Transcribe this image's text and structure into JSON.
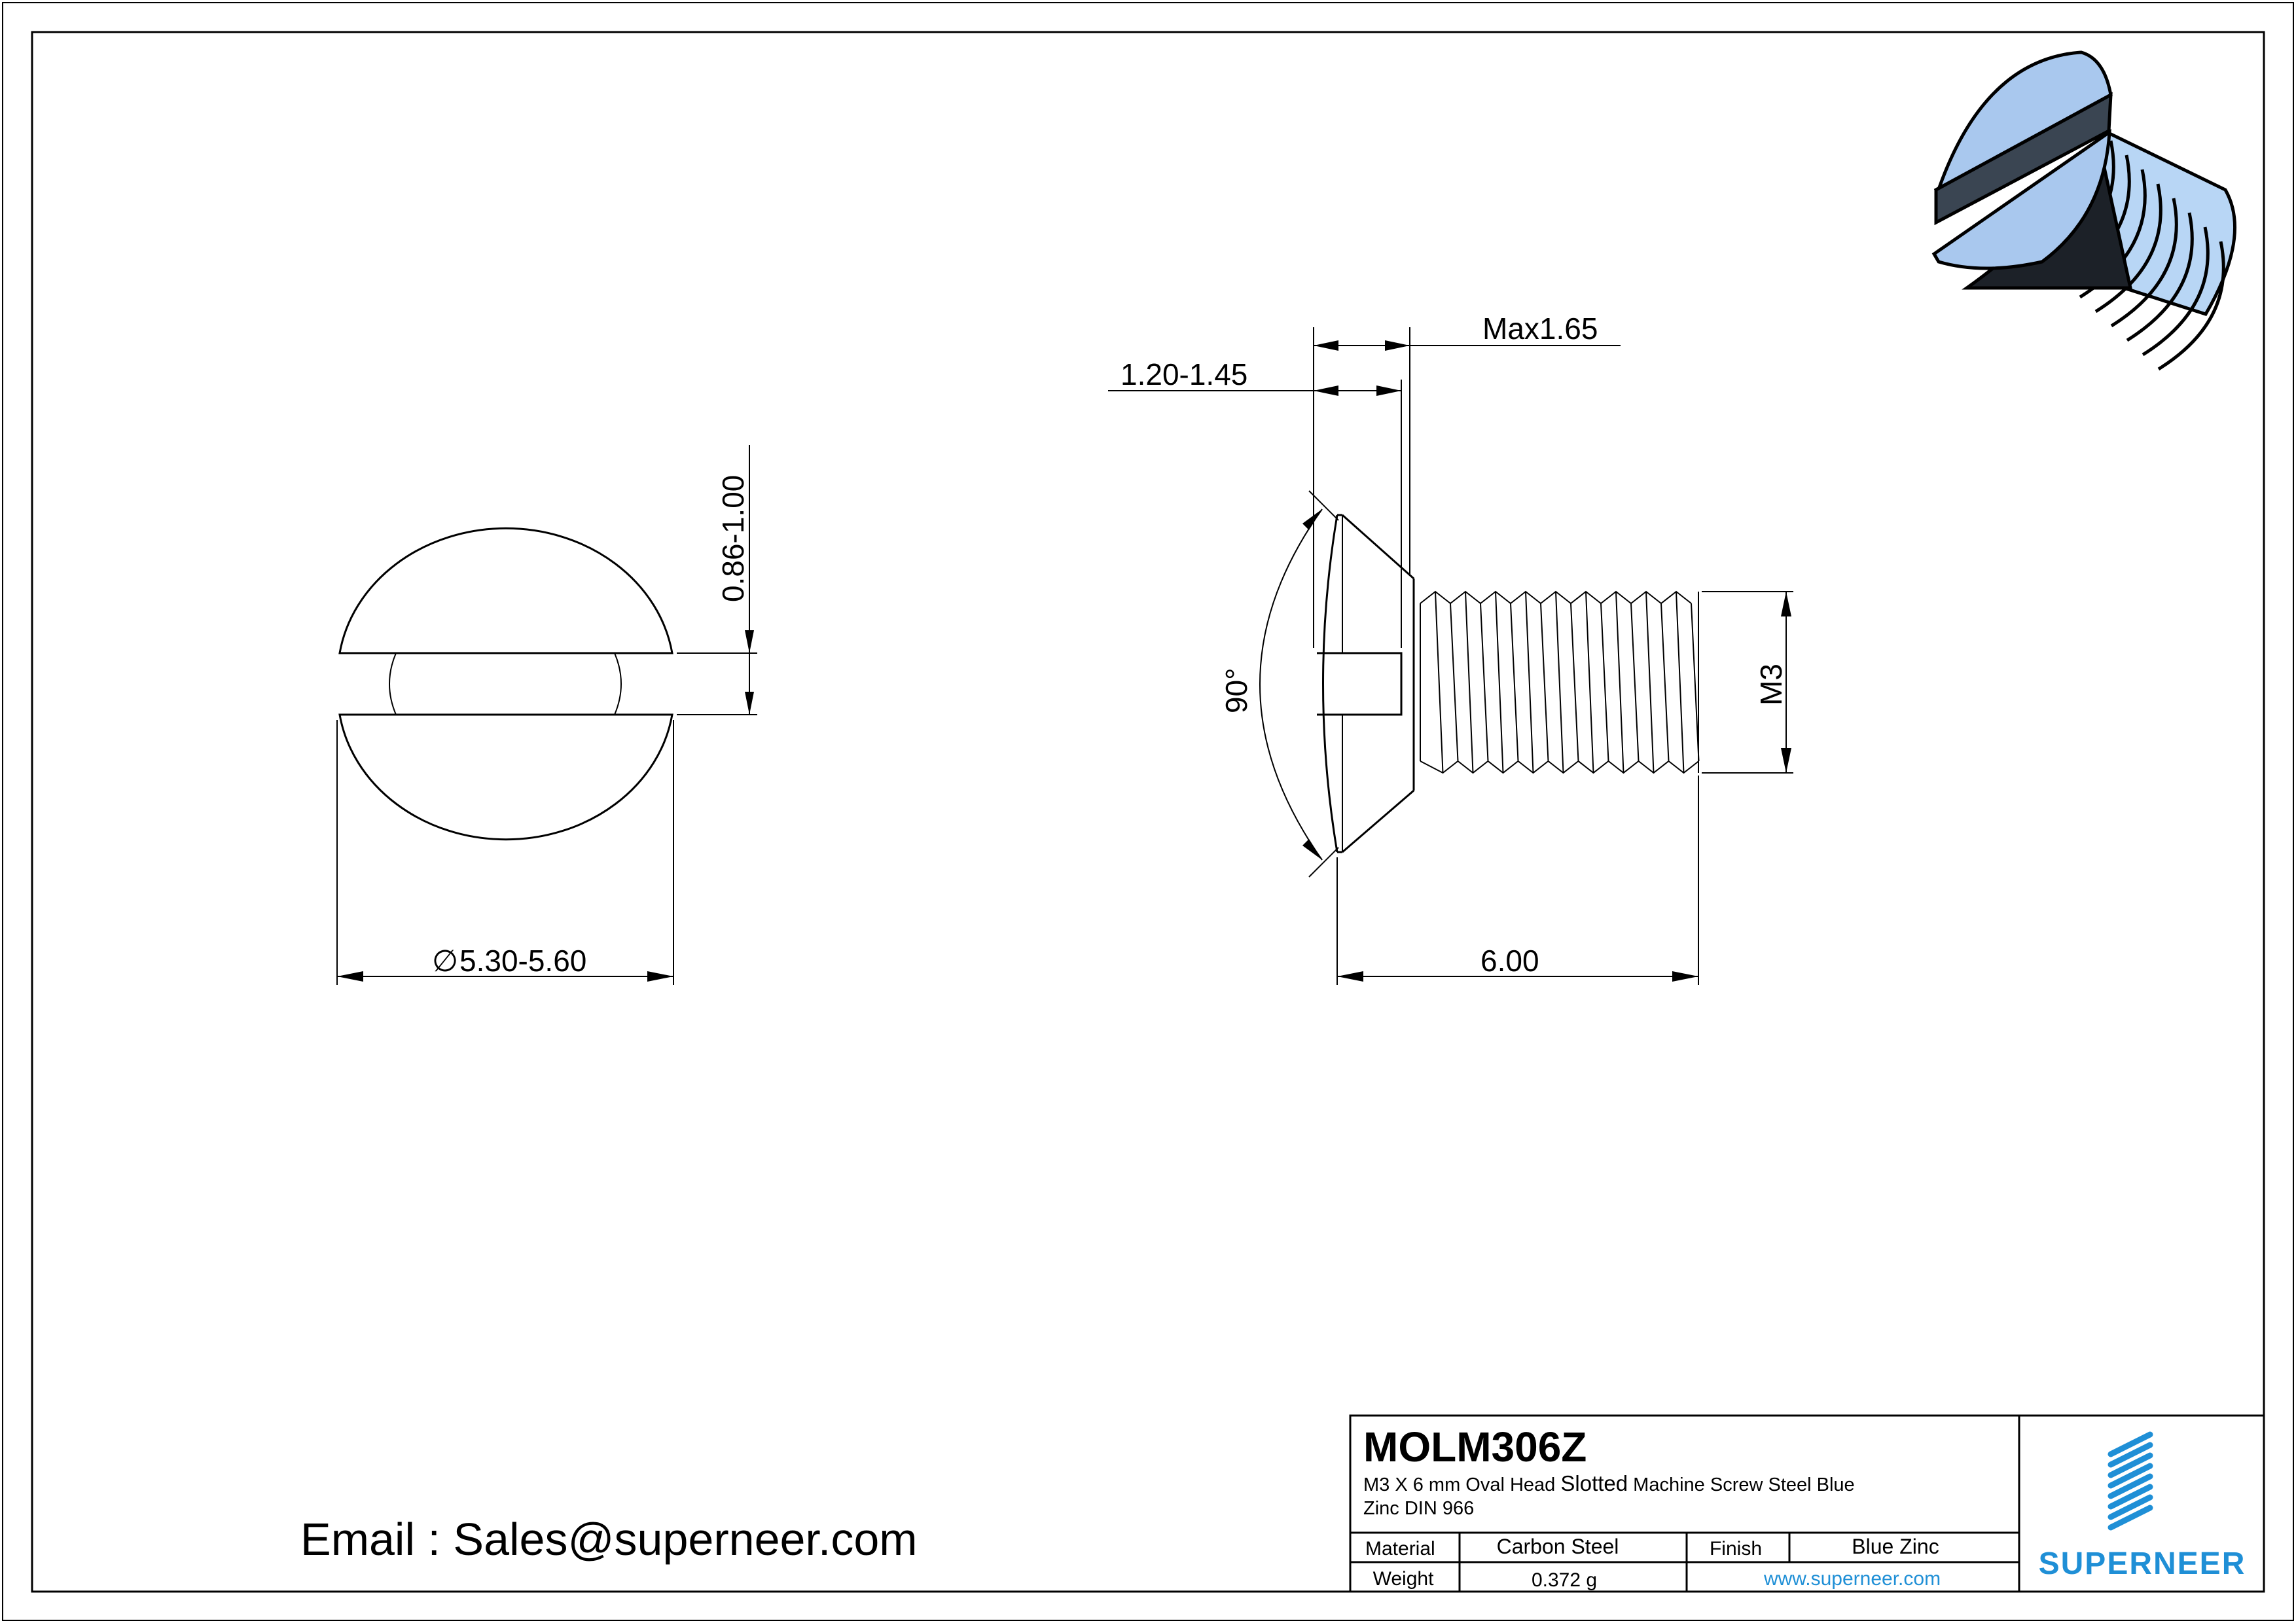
{
  "drawing": {
    "dimensions": {
      "head_diameter": "5.30-5.60",
      "diameter_symbol": "∅",
      "slot_width": "0.86-1.00",
      "head_height_max": "Max1.65",
      "slot_depth": "1.20-1.45",
      "angle": "90°",
      "thread": "M3",
      "length": "6.00"
    },
    "email": "Email : Sales@superneer.com"
  },
  "title_block": {
    "part_number": "MOLM306Z",
    "description_line1_a": "M3 X 6 mm  Oval Head ",
    "description_line1_b": "Slotted",
    "description_line1_c": " Machine Screw Steel Blue",
    "description_line2": "Zinc DIN 966",
    "material_label": "Material",
    "material_value": "Carbon Steel",
    "finish_label": "Finish",
    "finish_value": "Blue Zinc",
    "weight_label": "Weight",
    "weight_value": "0.372 g",
    "website": "www.superneer.com",
    "logo_text": "SUPERNEER"
  },
  "colors": {
    "brand_blue": "#1f8fd6",
    "screw_blue": "#a9c8ee",
    "slot_dark": "#3a4552"
  }
}
